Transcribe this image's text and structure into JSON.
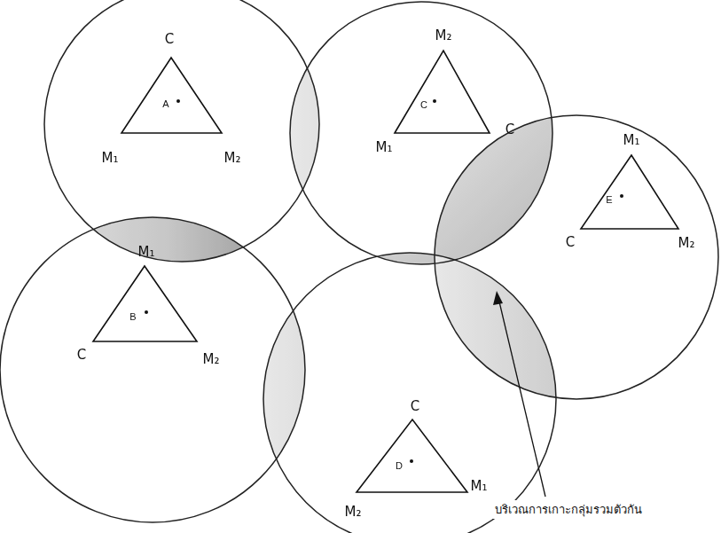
{
  "diagram": {
    "nodes": [
      {
        "text": [
          "A"
        ]
      },
      {
        "text": [
          "C"
        ]
      },
      {
        "text": [
          "E"
        ]
      },
      {
        "text": [
          "B"
        ]
      },
      {
        "text": [
          "D"
        ]
      }
    ],
    "labels": [
      "C",
      "M₁",
      "M₂",
      "M₂",
      "M₁",
      "C",
      "M₁",
      "C",
      "M₂",
      "M₁",
      "C",
      "M₂",
      "C",
      "M₂",
      "M₁",
      "บริเวณการเกาะกลุ่มรวมตัวกัน"
    ]
  }
}
